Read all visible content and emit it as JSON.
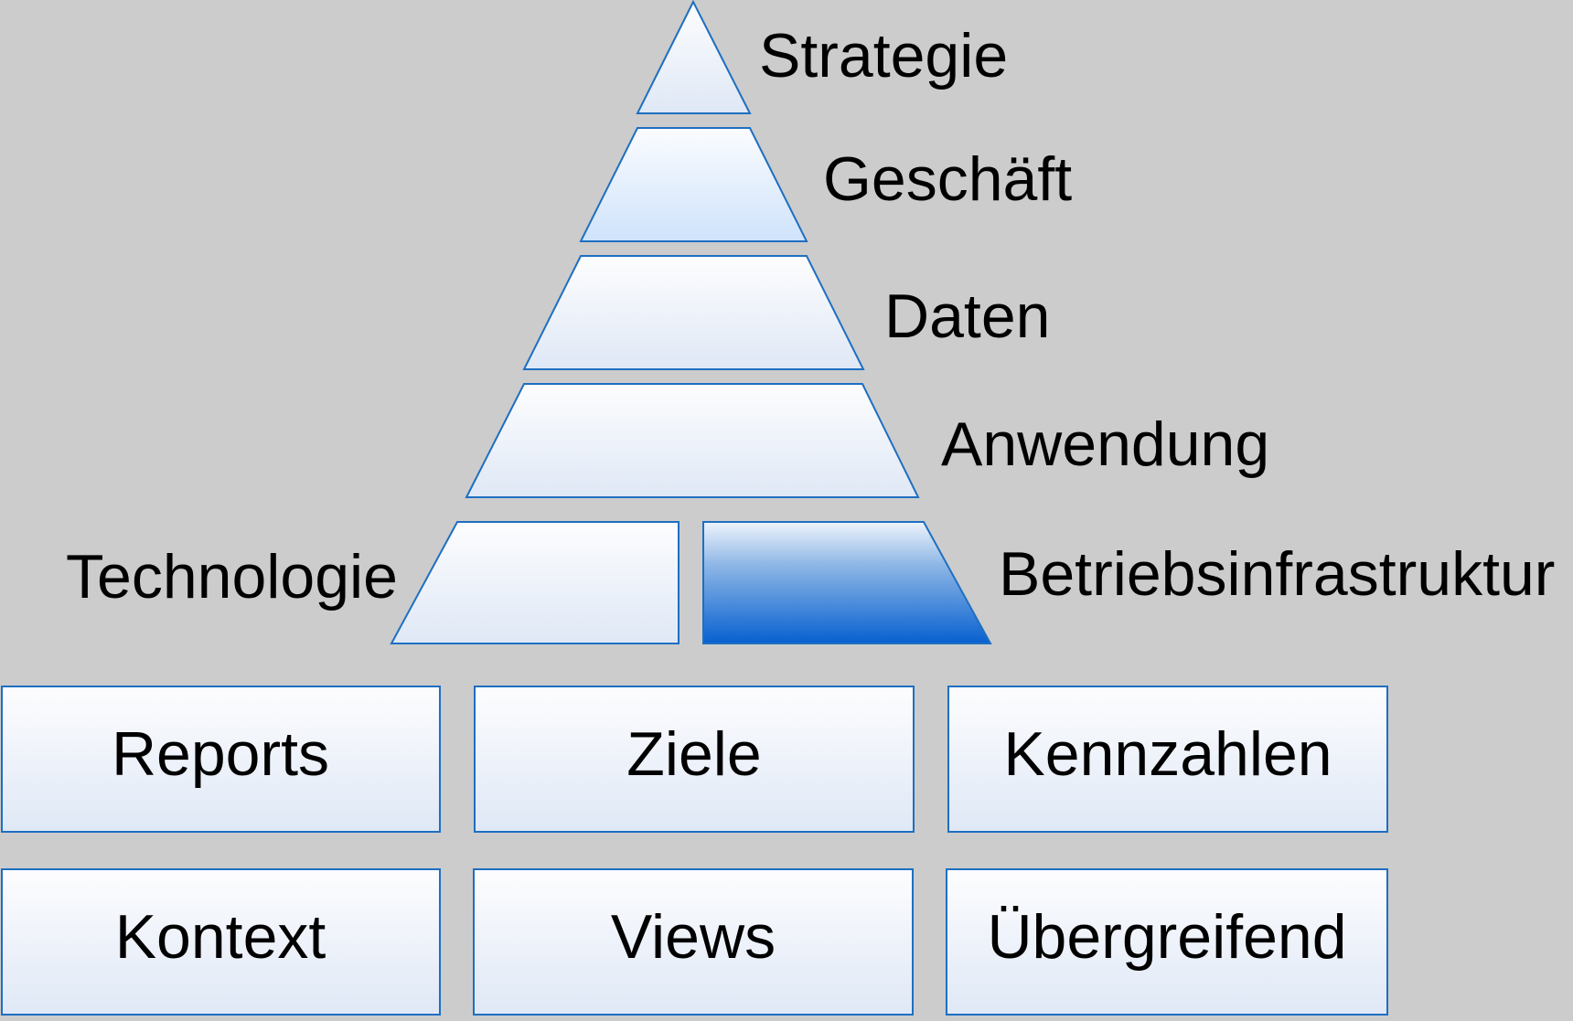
{
  "pyramid": {
    "layers": [
      {
        "id": "strategie",
        "label": "Strategie"
      },
      {
        "id": "geschaeft",
        "label": "Geschäft"
      },
      {
        "id": "daten",
        "label": "Daten"
      },
      {
        "id": "anwendung",
        "label": "Anwendung"
      },
      {
        "id": "technologie",
        "label": "Technologie"
      },
      {
        "id": "betriebsinfrastruktur",
        "label": "Betriebsinfrastruktur",
        "highlighted": true
      }
    ]
  },
  "boxes": {
    "row1": [
      "Reports",
      "Ziele",
      "Kennzahlen"
    ],
    "row2": [
      "Kontext",
      "Views",
      "Übergreifend"
    ]
  },
  "colors": {
    "background": "#cccccc",
    "stroke": "#1e6fc1",
    "fill_light_top": "#fdfdfe",
    "fill_light_bottom": "#dfe8f6",
    "fill_geschaeft_bottom": "#cfe3fb",
    "fill_dark_top": "#eef4fc",
    "fill_dark_bottom": "#0760d0"
  }
}
